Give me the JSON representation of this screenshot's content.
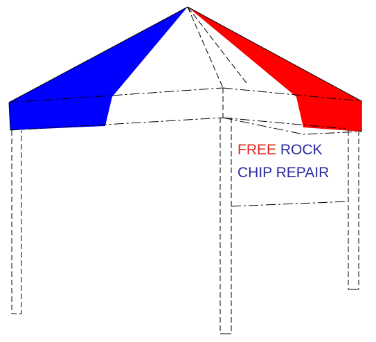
{
  "banner": {
    "line1": {
      "word1": "FREE",
      "word2": "ROCK"
    },
    "line2": "CHIP REPAIR"
  },
  "colors": {
    "red": "#ff0000",
    "blue": "#0000ff",
    "white": "#ffffff",
    "outline": "#000000",
    "banner_red": "#e2231a",
    "banner_blue": "#2a2a9c"
  }
}
